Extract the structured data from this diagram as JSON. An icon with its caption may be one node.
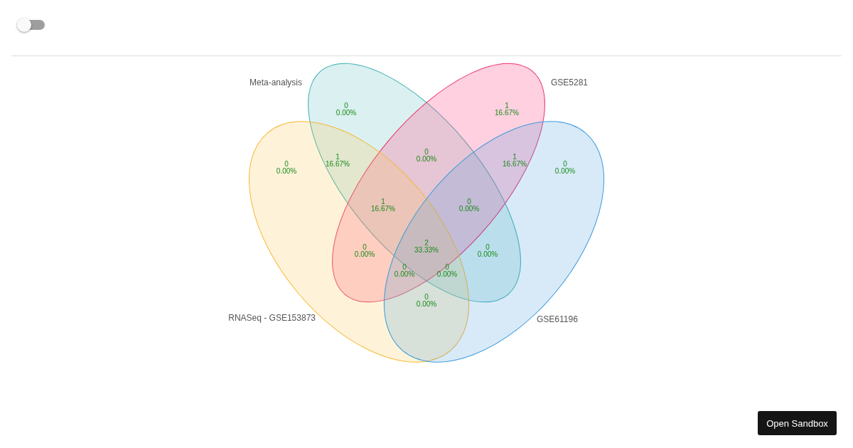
{
  "diagram": {
    "nodes": [
      {
        "text": [
          "Meta-analysis"
        ]
      },
      {
        "text": [
          "GSE5281"
        ]
      },
      {
        "text": [
          "RNASeq - GSE153873"
        ]
      },
      {
        "text": [
          "GSE61196"
        ]
      }
    ],
    "edges": [],
    "labels": [
      "0",
      "0.00%",
      "1",
      "16.67%",
      "0",
      "0.00%",
      "1",
      "16.67%",
      "1",
      "16.67%",
      "0",
      "0.00%",
      "0",
      "0.00%",
      "1",
      "16.67%",
      "0",
      "0.00%",
      "2",
      "33.33%",
      "0",
      "0.00%",
      "0",
      "0.00%",
      "0",
      "0.00%",
      "0",
      "0.00%",
      "0",
      "0.00%",
      "Open Sandbox"
    ]
  }
}
